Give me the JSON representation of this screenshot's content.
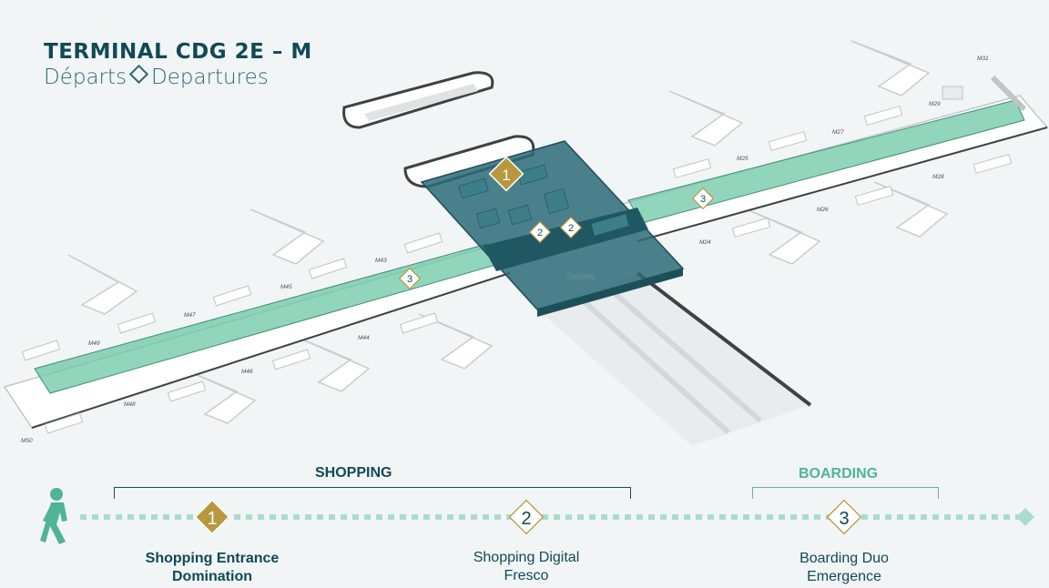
{
  "header": {
    "title": "TERMINAL CDG 2E – M",
    "subtitle_fr": "Départs",
    "subtitle_en": "Departures"
  },
  "map": {
    "lounge_label": "Salons",
    "gates": [
      "M50",
      "M49",
      "M48",
      "M47",
      "M46",
      "M45",
      "M44",
      "M43",
      "M24",
      "M25",
      "M26",
      "M27",
      "M28",
      "M29",
      "M31"
    ],
    "markers": [
      "1",
      "2",
      "2",
      "3",
      "3"
    ]
  },
  "timeline": {
    "section_shopping": "SHOPPING",
    "section_boarding": "BOARDING",
    "steps": [
      {
        "number": "1",
        "line1": "Shopping Entrance",
        "line2": "Domination"
      },
      {
        "number": "2",
        "line1": "Shopping Digital",
        "line2": "Fresco"
      },
      {
        "number": "3",
        "line1": "Boarding Duo",
        "line2": "Emergence"
      }
    ]
  },
  "colors": {
    "teal_dark": "#0f4a55",
    "pier_green": "#6cc7a4",
    "central_teal": "#2b6b78",
    "gold": "#b8973f",
    "boarding_green": "#4fb494",
    "dots": "#a9dccb"
  }
}
